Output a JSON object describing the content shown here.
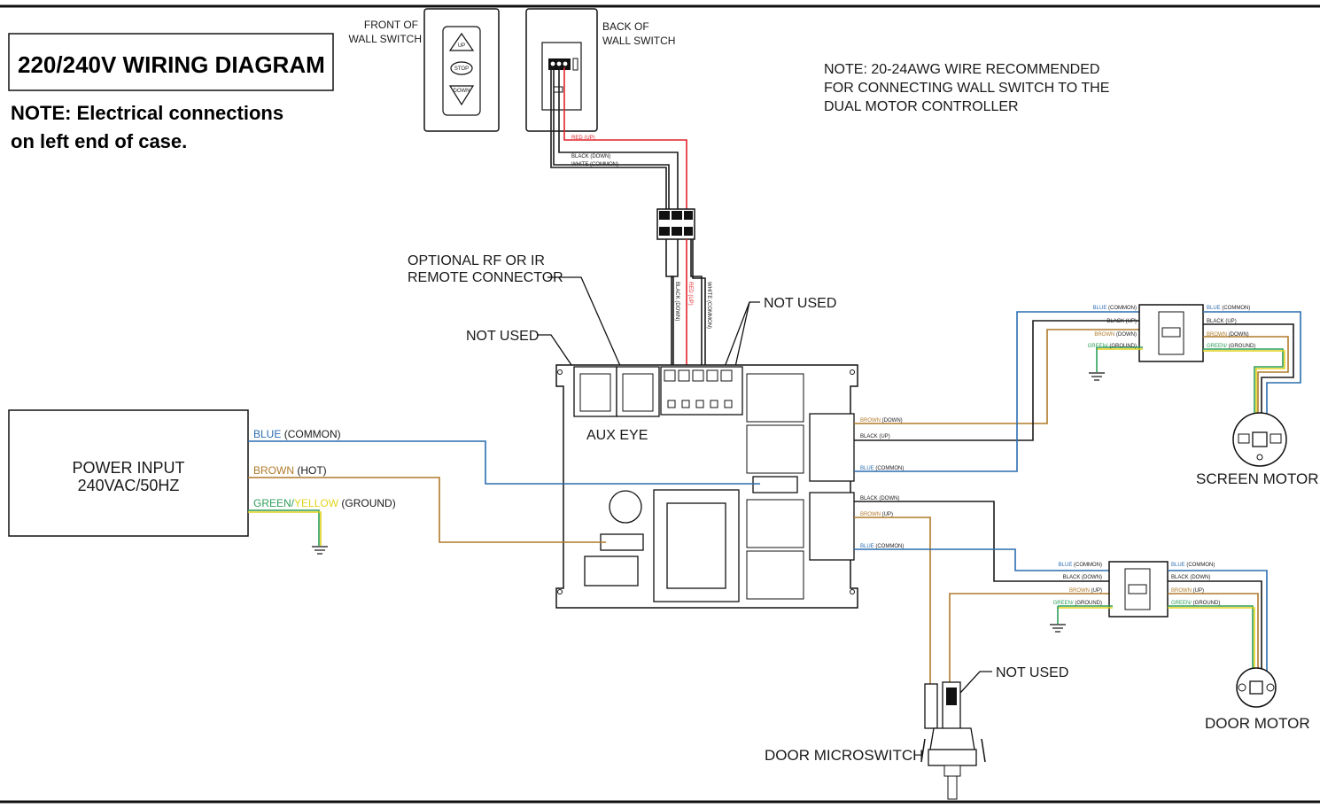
{
  "title": "220/240V WIRING DIAGRAM",
  "note_left": [
    "NOTE: Electrical connections",
    "on left end of case."
  ],
  "note_right": [
    "NOTE: 20-24AWG WIRE RECOMMENDED",
    "FOR CONNECTING WALL SWITCH TO THE",
    "DUAL MOTOR CONTROLLER"
  ],
  "wall_switch": {
    "front_label": [
      "FRONT OF",
      "WALL SWITCH"
    ],
    "back_label": [
      "BACK OF",
      "WALL SWITCH"
    ],
    "buttons": [
      "UP",
      "STOP",
      "DOWN"
    ]
  },
  "switch_wires": {
    "red": "RED (UP)",
    "black": "BLACK (DOWN)",
    "white": "WHITE (COMMON)",
    "vert_black": "BLACK (DOWN)",
    "vert_red": "RED (UP)",
    "vert_white": "WHITE (COMMON)"
  },
  "remote_connector": [
    "OPTIONAL RF OR IR",
    "REMOTE CONNECTOR"
  ],
  "not_used_left": "NOT USED",
  "not_used_top": "NOT USED",
  "not_used_micro": "NOT USED",
  "aux_eye": "AUX  EYE",
  "power": {
    "box": [
      "POWER INPUT",
      "240VAC/50HZ"
    ],
    "blue": "BLUE",
    "blue_suffix": " (COMMON)",
    "brown": "BROWN",
    "brown_suffix": " (HOT)",
    "green": "GREEN/",
    "yellow": "YELLOW",
    "ground_suffix": " (GROUND)"
  },
  "relay_outputs": {
    "screen": [
      {
        "color": "BROWN",
        "suffix": " (DOWN)"
      },
      {
        "color": "BLACK",
        "suffix": " (UP)"
      },
      {
        "color": "BLUE",
        "suffix": " (COMMON)"
      }
    ],
    "door": [
      {
        "color": "BLACK",
        "suffix": " (DOWN)"
      },
      {
        "color": "BROWN",
        "suffix": " (UP)"
      },
      {
        "color": "BLUE",
        "suffix": " (COMMON)"
      }
    ]
  },
  "screen_connector": {
    "left": [
      {
        "color": "BLUE",
        "suffix": " (COMMON)"
      },
      {
        "color": "BLACK",
        "suffix": " (UP)"
      },
      {
        "color": "BROWN",
        "suffix": " (DOWN)"
      },
      {
        "color": "GREEN/",
        "suffix": " (GROUND)"
      }
    ],
    "right": [
      {
        "color": "BLUE",
        "suffix": " (COMMON)"
      },
      {
        "color": "BLACK",
        "suffix": " (UP)"
      },
      {
        "color": "BROWN",
        "suffix": " (DOWN)"
      },
      {
        "color": "GREEN/",
        "suffix": " (GROUND)"
      }
    ]
  },
  "door_connector": {
    "left": [
      {
        "color": "BLUE",
        "suffix": " (COMMON)"
      },
      {
        "color": "BLACK",
        "suffix": " (DOWN)"
      },
      {
        "color": "BROWN",
        "suffix": " (UP)"
      },
      {
        "color": "GREEN/",
        "suffix": " (GROUND)"
      }
    ],
    "right": [
      {
        "color": "BLUE",
        "suffix": " (COMMON)"
      },
      {
        "color": "BLACK",
        "suffix": " (DOWN)"
      },
      {
        "color": "BROWN",
        "suffix": " (UP)"
      },
      {
        "color": "GREEN/",
        "suffix": " (GROUND)"
      }
    ]
  },
  "screen_motor": "SCREEN MOTOR",
  "door_motor": "DOOR MOTOR",
  "door_microswitch": "DOOR MICROSWITCH",
  "wire_colors": {
    "blue": "#2b6db0",
    "brown": "#b07a2a",
    "black": "#1a1a1a",
    "red": "#e0242a",
    "green": "#2f9e5a",
    "yellow": "#e3d21a"
  }
}
